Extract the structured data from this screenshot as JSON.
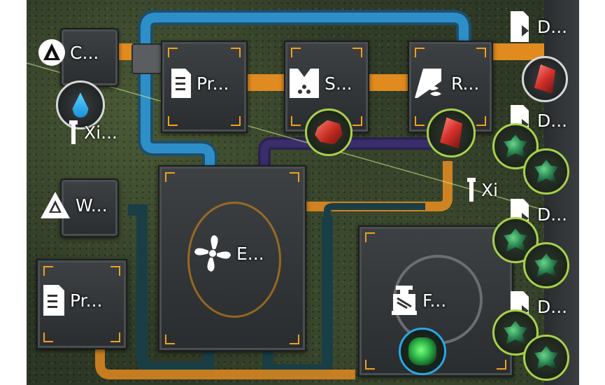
{
  "labels": {
    "collector": "C...",
    "extractor_water": "Xi...",
    "water_pump": "W...",
    "processor_top": "Pr...",
    "smelter": "S...",
    "refinery": "R...",
    "extractor_right": "Xi",
    "engine": "E...",
    "processor_bottom": "Pr...",
    "fabricator": "F...",
    "depot_1": "D...",
    "depot_2": "D...",
    "depot_3": "D...",
    "depot_4": "D..."
  },
  "icons": {
    "collector": "triangle-logo-icon",
    "water_pump": "cube-logo-icon",
    "processor": "document-icon",
    "smelter": "smelter-icon",
    "refinery": "refinery-icon",
    "extractor": "drill-icon",
    "engine": "fan-icon",
    "fabricator": "fabricator-icon",
    "depot": "depot-icon"
  },
  "colors": {
    "pipe_blue": "#2e8fc8",
    "pipe_orange": "#e08a20",
    "pipe_purple": "#3a2e6a",
    "ring_green": "#a8d14a",
    "ring_blue": "#28a8e8",
    "accent_orange": "#f0a020"
  }
}
